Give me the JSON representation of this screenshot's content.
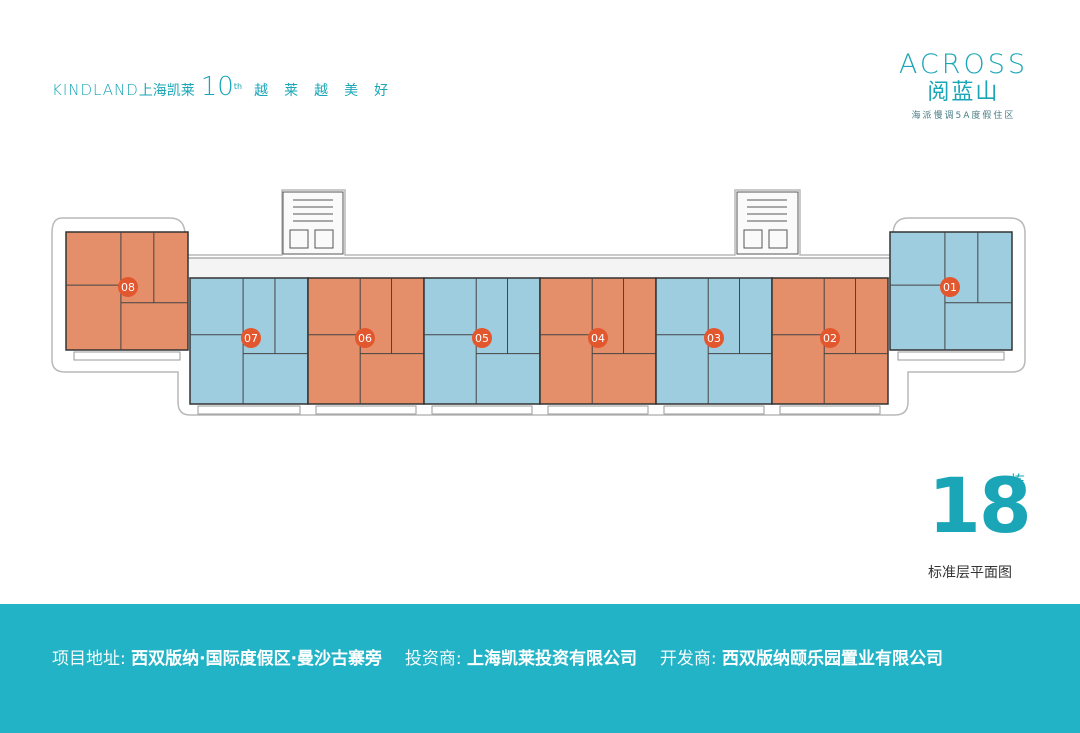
{
  "header": {
    "brand_en": "KINDLAND",
    "brand_cn": "上海凯莱",
    "anniversary": "10",
    "anniversary_sup": "th",
    "slogan": "越莱越美好"
  },
  "project_logo": {
    "name_en": "ACROSS",
    "name_cn": "阅蓝山",
    "tagline": "海派慢调5A度假住区"
  },
  "floor_plan": {
    "units": [
      {
        "label": "08",
        "color": "#e58f6a"
      },
      {
        "label": "07",
        "color": "#9fcde0"
      },
      {
        "label": "06",
        "color": "#e58f6a"
      },
      {
        "label": "05",
        "color": "#9fcde0"
      },
      {
        "label": "04",
        "color": "#e58f6a"
      },
      {
        "label": "03",
        "color": "#9fcde0"
      },
      {
        "label": "02",
        "color": "#e58f6a"
      },
      {
        "label": "01",
        "color": "#9fcde0"
      }
    ],
    "marker_color": "#e3572e"
  },
  "building": {
    "number": "18",
    "unit": "栋",
    "subtitle": "标准层平面图"
  },
  "footer": {
    "address_label": "项目地址:",
    "address_value": "西双版纳·国际度假区·曼沙古寨旁",
    "investor_label": "投资商:",
    "investor_value": "上海凯莱投资有限公司",
    "developer_label": "开发商:",
    "developer_value": "西双版纳颐乐园置业有限公司",
    "bg_color": "#22b3c6"
  }
}
